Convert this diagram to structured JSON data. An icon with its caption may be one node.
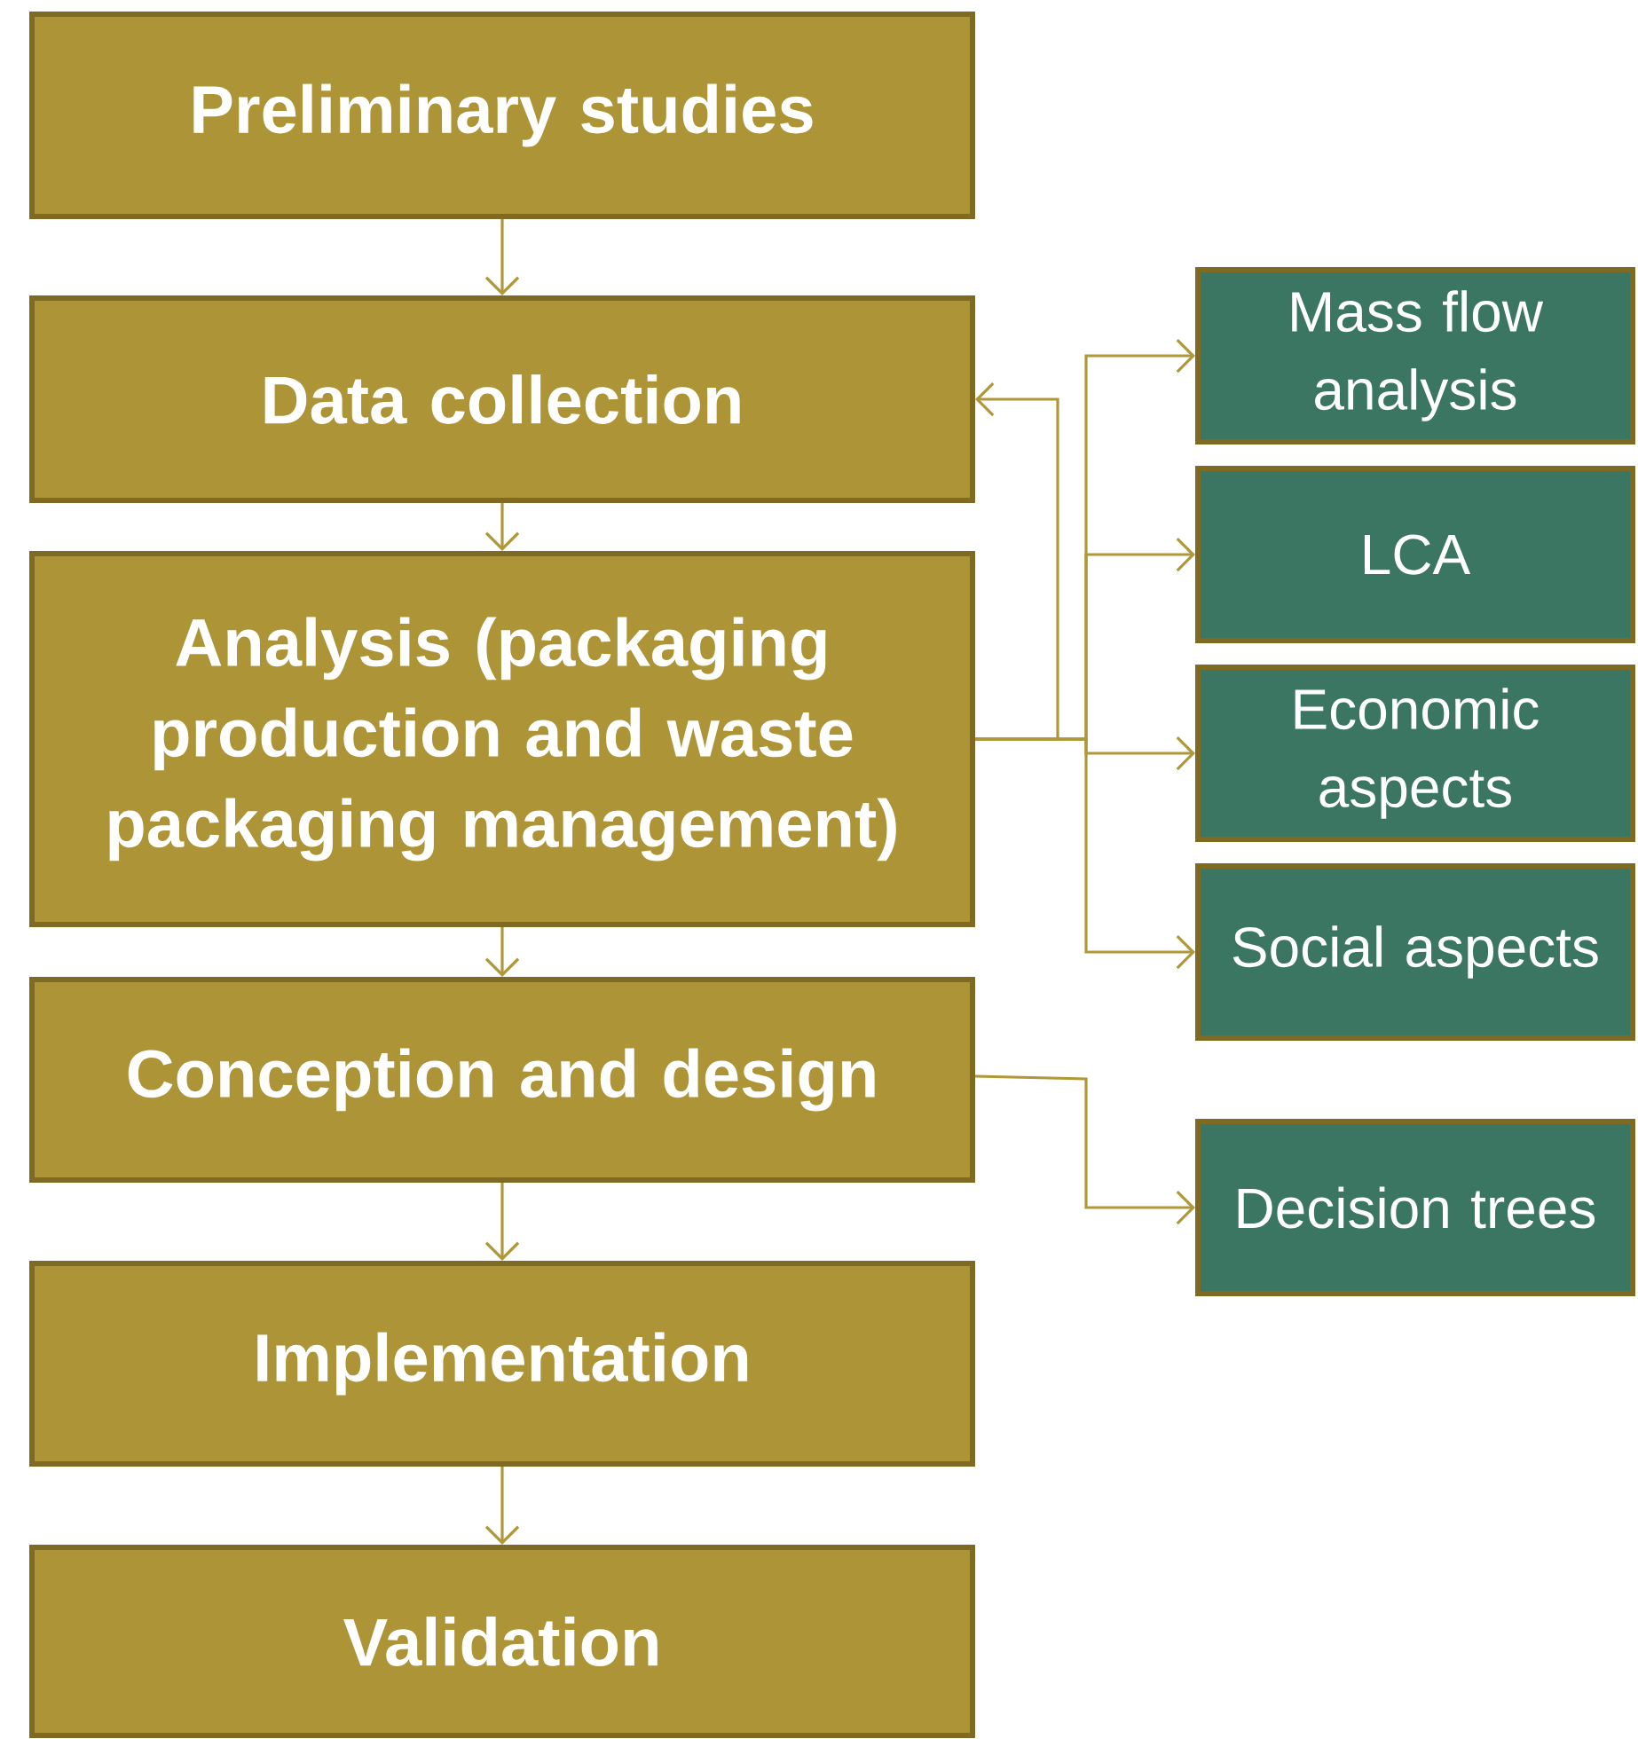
{
  "diagram": {
    "nodes": [
      {
        "text": [
          "Preliminary studies"
        ]
      },
      {
        "text": [
          "Data collection"
        ]
      },
      {
        "text": [
          "Analysis (packaging production and waste packaging management)"
        ]
      },
      {
        "text": [
          "Conception and design"
        ]
      },
      {
        "text": [
          "Implementation"
        ]
      },
      {
        "text": [
          "Validation"
        ]
      },
      {
        "text": [
          "Mass flow analysis"
        ]
      },
      {
        "text": [
          "LCA"
        ]
      },
      {
        "text": [
          "Economic aspects"
        ]
      },
      {
        "text": [
          "Social aspects"
        ]
      },
      {
        "text": [
          "Decision trees"
        ]
      }
    ],
    "edges": [
      {
        "from": 0,
        "to": 1,
        "arrow": "to"
      },
      {
        "from": 1,
        "to": 2,
        "arrow": "to"
      },
      {
        "from": 2,
        "to": 3,
        "arrow": "to"
      },
      {
        "from": 3,
        "to": 4,
        "arrow": "to"
      },
      {
        "from": 4,
        "to": 5,
        "arrow": "to"
      },
      {
        "from": 2,
        "to": 1,
        "arrow": "to"
      },
      {
        "from": 2,
        "to": 6,
        "arrow": "to"
      },
      {
        "from": 2,
        "to": 7,
        "arrow": "to"
      },
      {
        "from": 2,
        "to": 8,
        "arrow": "to"
      },
      {
        "from": 2,
        "to": 9,
        "arrow": "to"
      },
      {
        "from": 3,
        "to": 10,
        "arrow": "to"
      }
    ]
  }
}
